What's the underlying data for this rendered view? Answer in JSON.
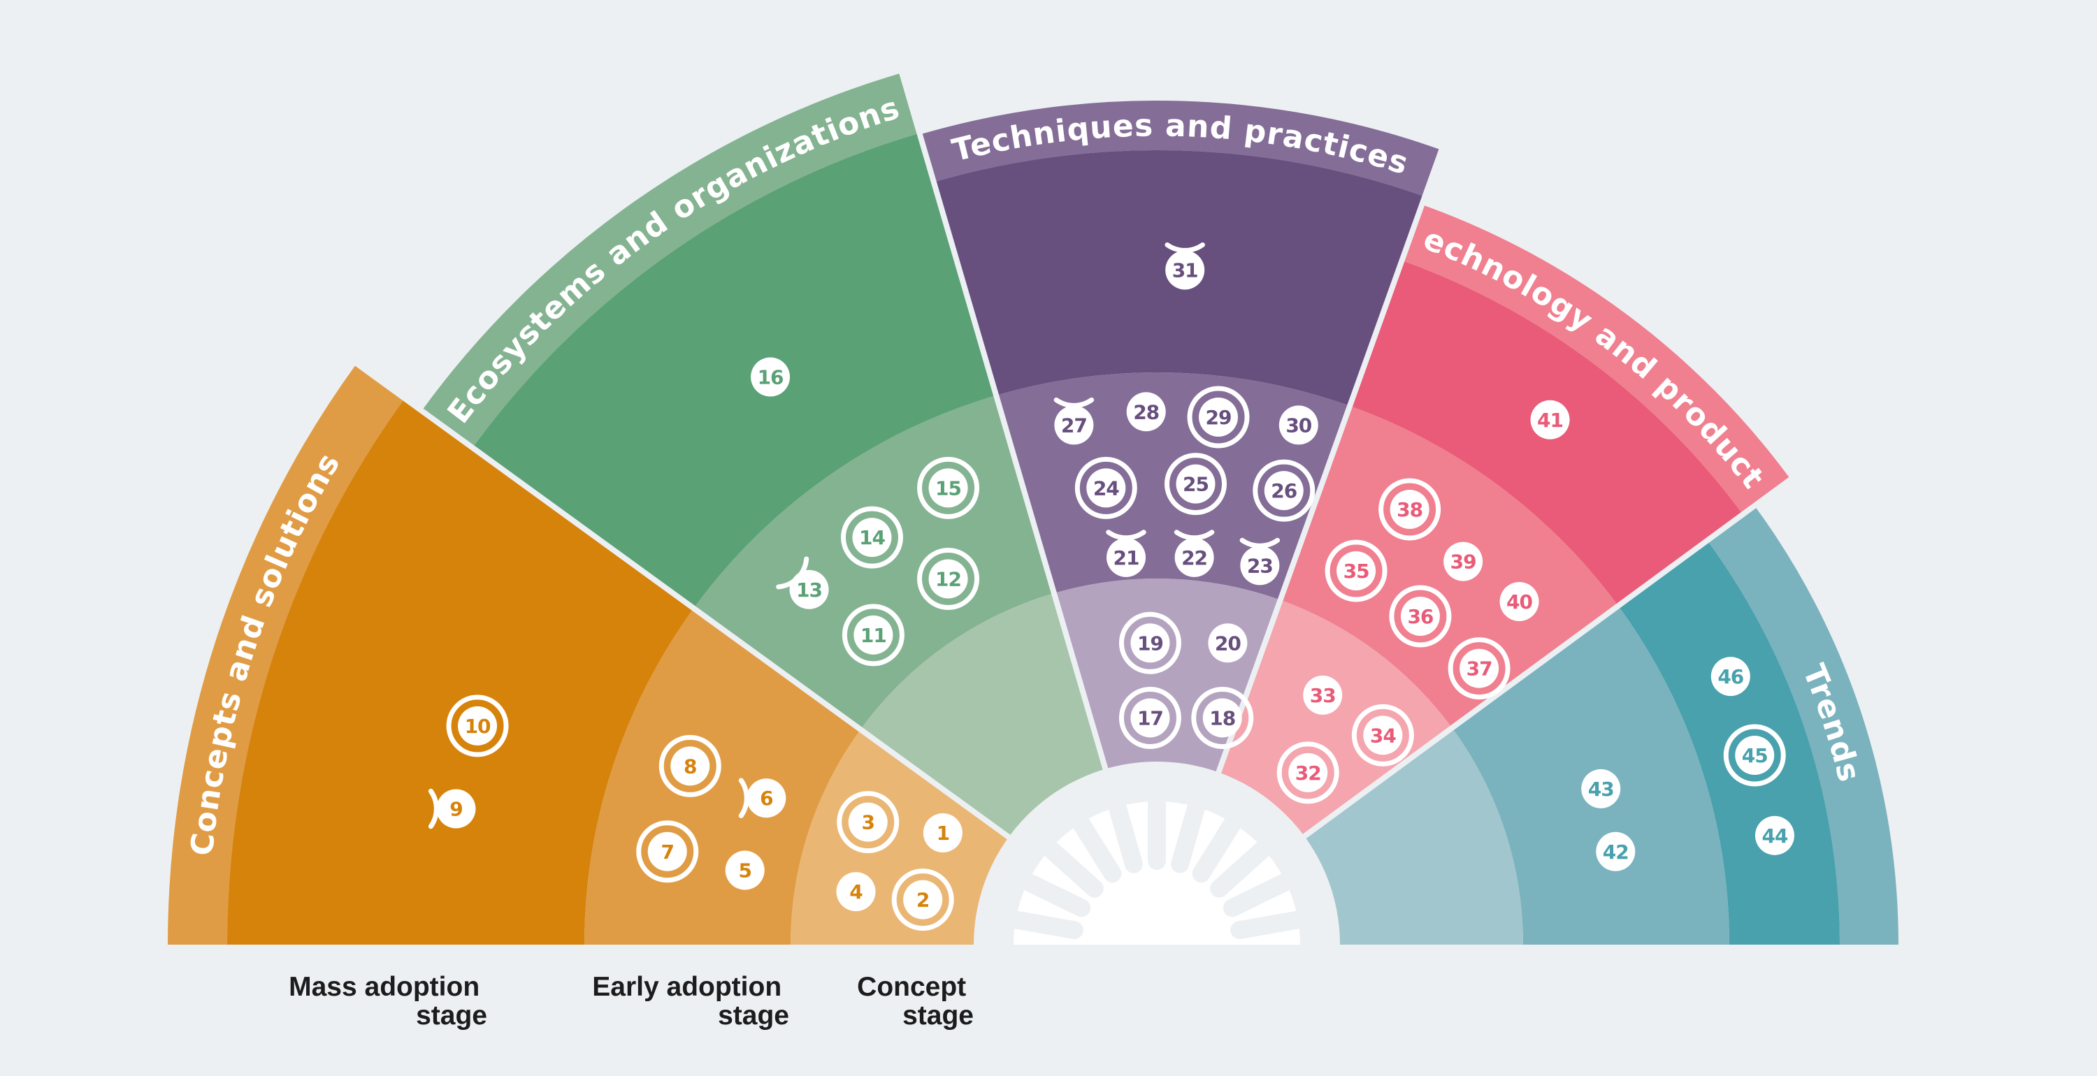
{
  "colors": {
    "background": "#EDF0F3",
    "hub": "#FFFFFF",
    "marker_fill": "#FFFFFF"
  },
  "sectors": [
    {
      "name": "Concepts and solutions",
      "colors": {
        "band": "#E09C44",
        "mass": "#D6830C",
        "early": "#E09C44",
        "concept": "#EAB674"
      }
    },
    {
      "name": "Ecosystems and organizations",
      "colors": {
        "band": "#84B391",
        "mass": "#5BA176",
        "early": "#84B391",
        "concept": "#A7C5AA"
      }
    },
    {
      "name": "Techniques and practices",
      "colors": {
        "band": "#846D97",
        "mass": "#674F7E",
        "early": "#846D97",
        "concept": "#B3A3BF"
      }
    },
    {
      "name": "Technology and products",
      "colors": {
        "band": "#F07F8F",
        "mass": "#E95B78",
        "early": "#F07F8F",
        "concept": "#F4A5AD"
      }
    },
    {
      "name": "Trends",
      "colors": {
        "band": "#7AB3BE",
        "mass": "#48A1AD",
        "early": "#7AB3BE",
        "concept": "#A2C6CD"
      }
    }
  ],
  "stages": {
    "mass": {
      "line1": "Mass adoption",
      "line2": "stage"
    },
    "early": {
      "line1": "Early adoption",
      "line2": "stage"
    },
    "concept": {
      "line1": "Concept",
      "line2": "stage"
    }
  },
  "items": [
    {
      "id": "1",
      "sector": 0,
      "stage": "concept",
      "marker": "plain"
    },
    {
      "id": "2",
      "sector": 0,
      "stage": "concept",
      "marker": "ring"
    },
    {
      "id": "3",
      "sector": 0,
      "stage": "concept",
      "marker": "ring"
    },
    {
      "id": "4",
      "sector": 0,
      "stage": "concept",
      "marker": "plain"
    },
    {
      "id": "5",
      "sector": 0,
      "stage": "early",
      "marker": "plain"
    },
    {
      "id": "6",
      "sector": 0,
      "stage": "early",
      "marker": "arc",
      "arc_from": "left"
    },
    {
      "id": "7",
      "sector": 0,
      "stage": "early",
      "marker": "ring"
    },
    {
      "id": "8",
      "sector": 0,
      "stage": "early",
      "marker": "ring"
    },
    {
      "id": "9",
      "sector": 0,
      "stage": "mass",
      "marker": "arc",
      "arc_from": "left"
    },
    {
      "id": "10",
      "sector": 0,
      "stage": "mass",
      "marker": "ring"
    },
    {
      "id": "11",
      "sector": 1,
      "stage": "early",
      "marker": "ring"
    },
    {
      "id": "12",
      "sector": 1,
      "stage": "early",
      "marker": "ring"
    },
    {
      "id": "13",
      "sector": 1,
      "stage": "early",
      "marker": "arc",
      "arc_from": "top-left"
    },
    {
      "id": "14",
      "sector": 1,
      "stage": "early",
      "marker": "ring"
    },
    {
      "id": "15",
      "sector": 1,
      "stage": "early",
      "marker": "ring"
    },
    {
      "id": "16",
      "sector": 1,
      "stage": "mass",
      "marker": "plain"
    },
    {
      "id": "17",
      "sector": 2,
      "stage": "concept",
      "marker": "ring"
    },
    {
      "id": "18",
      "sector": 2,
      "stage": "concept",
      "marker": "ring"
    },
    {
      "id": "19",
      "sector": 2,
      "stage": "concept",
      "marker": "ring"
    },
    {
      "id": "20",
      "sector": 2,
      "stage": "concept",
      "marker": "plain"
    },
    {
      "id": "21",
      "sector": 2,
      "stage": "early",
      "marker": "arc",
      "arc_from": "top"
    },
    {
      "id": "22",
      "sector": 2,
      "stage": "early",
      "marker": "arc",
      "arc_from": "top"
    },
    {
      "id": "23",
      "sector": 2,
      "stage": "early",
      "marker": "arc",
      "arc_from": "top"
    },
    {
      "id": "24",
      "sector": 2,
      "stage": "early",
      "marker": "ring"
    },
    {
      "id": "25",
      "sector": 2,
      "stage": "early",
      "marker": "ring"
    },
    {
      "id": "26",
      "sector": 2,
      "stage": "early",
      "marker": "ring"
    },
    {
      "id": "27",
      "sector": 2,
      "stage": "early",
      "marker": "arc",
      "arc_from": "top"
    },
    {
      "id": "28",
      "sector": 2,
      "stage": "early",
      "marker": "plain"
    },
    {
      "id": "29",
      "sector": 2,
      "stage": "early",
      "marker": "ring"
    },
    {
      "id": "30",
      "sector": 2,
      "stage": "early",
      "marker": "plain"
    },
    {
      "id": "31",
      "sector": 2,
      "stage": "mass",
      "marker": "arc",
      "arc_from": "top"
    },
    {
      "id": "32",
      "sector": 3,
      "stage": "concept",
      "marker": "ring"
    },
    {
      "id": "33",
      "sector": 3,
      "stage": "concept",
      "marker": "plain"
    },
    {
      "id": "34",
      "sector": 3,
      "stage": "concept",
      "marker": "ring"
    },
    {
      "id": "35",
      "sector": 3,
      "stage": "early",
      "marker": "ring"
    },
    {
      "id": "36",
      "sector": 3,
      "stage": "early",
      "marker": "ring"
    },
    {
      "id": "37",
      "sector": 3,
      "stage": "early",
      "marker": "ring"
    },
    {
      "id": "38",
      "sector": 3,
      "stage": "early",
      "marker": "ring"
    },
    {
      "id": "39",
      "sector": 3,
      "stage": "early",
      "marker": "plain"
    },
    {
      "id": "40",
      "sector": 3,
      "stage": "early",
      "marker": "plain"
    },
    {
      "id": "41",
      "sector": 3,
      "stage": "mass",
      "marker": "plain"
    },
    {
      "id": "42",
      "sector": 4,
      "stage": "early",
      "marker": "plain"
    },
    {
      "id": "43",
      "sector": 4,
      "stage": "early",
      "marker": "plain"
    },
    {
      "id": "44",
      "sector": 4,
      "stage": "mass",
      "marker": "plain"
    },
    {
      "id": "45",
      "sector": 4,
      "stage": "mass",
      "marker": "ring"
    },
    {
      "id": "46",
      "sector": 4,
      "stage": "mass",
      "marker": "plain"
    }
  ]
}
